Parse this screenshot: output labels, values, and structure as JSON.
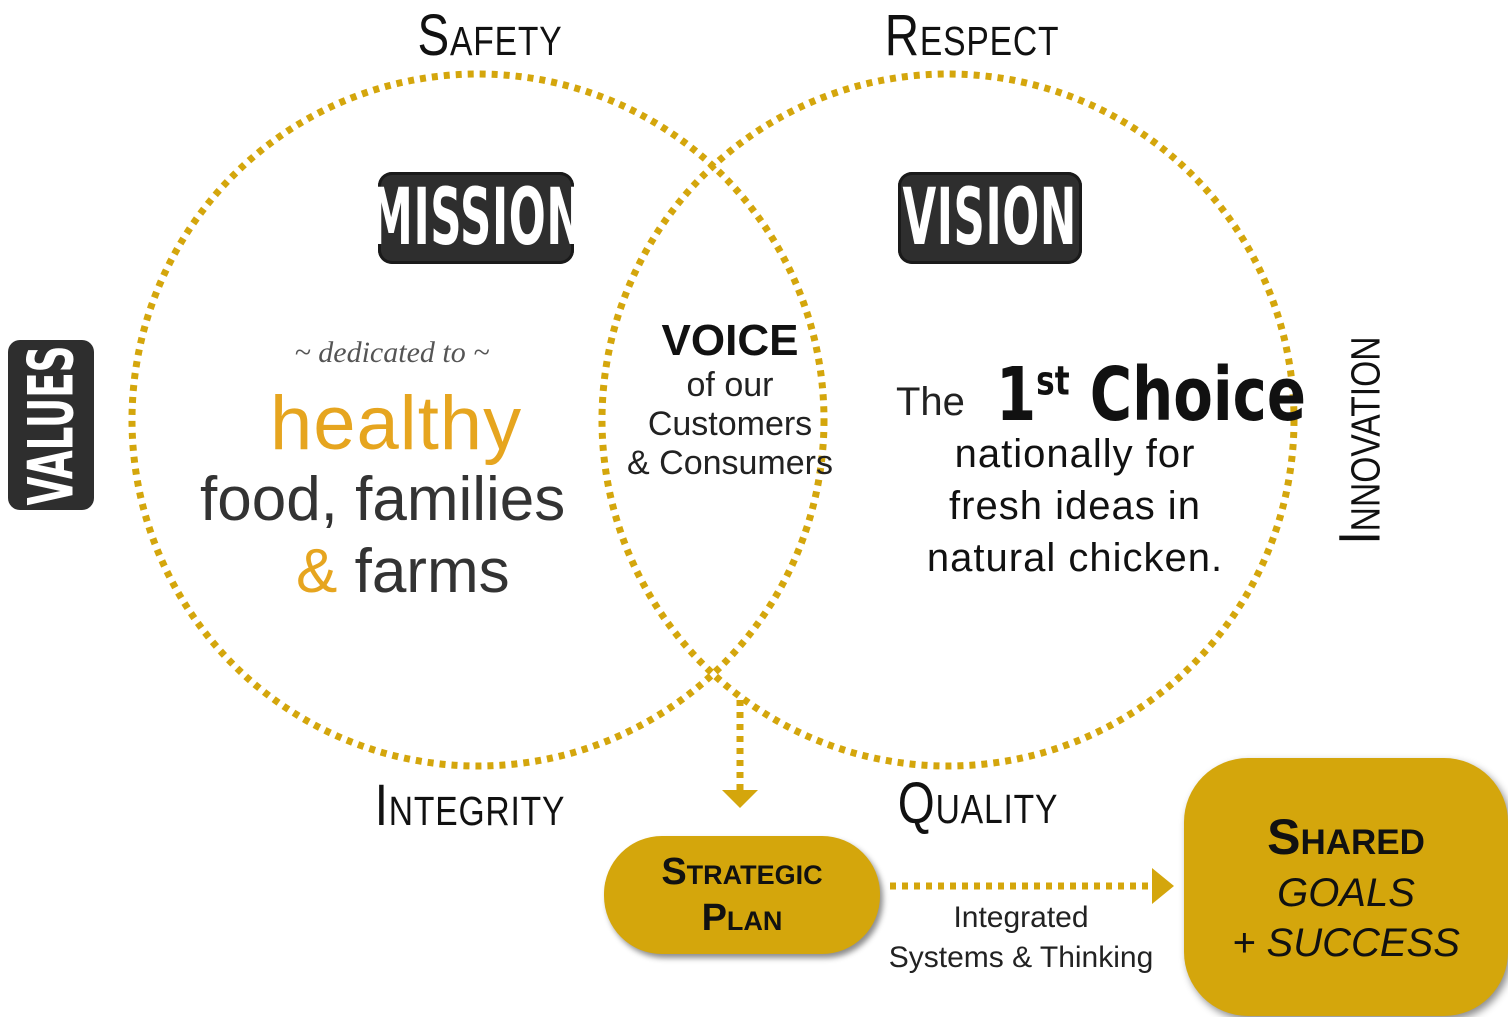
{
  "values": {
    "top_left": "Safety",
    "top_right": "Respect",
    "bottom_left": "Integrity",
    "bottom_right": "Quality",
    "right": "Innovation",
    "left_plaque": "VALUES"
  },
  "mission": {
    "plaque": "MISSION",
    "dedicated": "~ dedicated to ~",
    "healthy": "healthy",
    "line2": "food, families",
    "amp": "&",
    "line3": "farms"
  },
  "vision": {
    "plaque": "VISION",
    "the": "The",
    "first_num": "1",
    "first_sup": "st",
    "choice": "Choice",
    "line2": "nationally for",
    "line3": "fresh ideas in",
    "line4": "natural chicken."
  },
  "voice": {
    "title": "VOICE",
    "line2": "of our",
    "line3": "Customers",
    "line4": "& Consumers"
  },
  "strategic": {
    "line1": "Strategic",
    "line2": "Plan"
  },
  "integrated": {
    "line1": "Integrated",
    "line2": "Systems &  Thinking"
  },
  "shared": {
    "title": "Shared",
    "line2": "GOALS",
    "line3": "+ SUCCESS"
  },
  "colors": {
    "gold": "#d4a60c",
    "dotted": "#d4a60c",
    "plaque": "#2e2e2e",
    "healthy": "#e6a51f"
  }
}
